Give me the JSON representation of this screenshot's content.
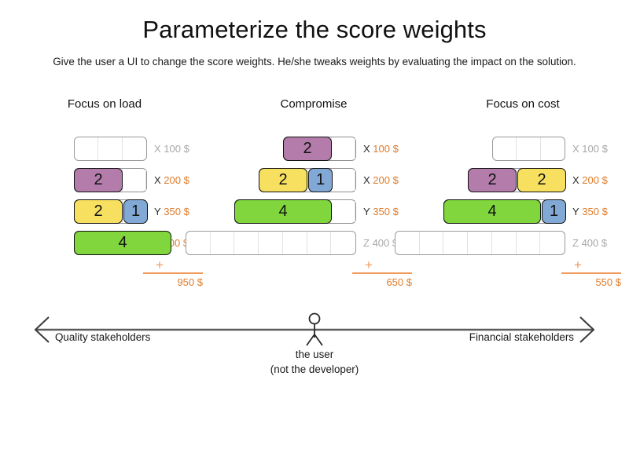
{
  "header": {
    "title": "Parameterize the score weights",
    "subtitle": "Give the user a UI to change the score weights. He/she tweaks weights by evaluating the impact on the solution."
  },
  "colors": {
    "purple": "#b37cab",
    "yellow": "#f7e05f",
    "blue": "#82a9d6",
    "green": "#80d63c",
    "accent_orange": "#e07b2a",
    "accent_orange_light": "#ef9a5c",
    "muted_gray": "#a8a8a8",
    "track_border": "#9a9a9a"
  },
  "plus_symbol": "+",
  "scenarios": [
    {
      "title": "Focus on load",
      "rows": [
        {
          "key": "X",
          "cost": "100 $",
          "active": false,
          "cells": 3,
          "segments": []
        },
        {
          "key": "X",
          "cost": "200 $",
          "active": true,
          "cells": 3,
          "segments": [
            {
              "value": "2",
              "units": 2,
              "color": "purple"
            }
          ]
        },
        {
          "key": "Y",
          "cost": "350 $",
          "active": true,
          "cells": 3,
          "segments": [
            {
              "value": "2",
              "units": 2,
              "color": "yellow"
            },
            {
              "value": "1",
              "units": 1,
              "color": "blue"
            }
          ]
        },
        {
          "key": "Z",
          "cost": "400 $",
          "active": true,
          "cells": 3,
          "segments": [
            {
              "value": "4",
              "units": 4,
              "color": "green"
            }
          ]
        }
      ],
      "total": "950 $"
    },
    {
      "title": "Compromise",
      "rows": [
        {
          "key": "X",
          "cost": "100 $",
          "active": true,
          "cells": 3,
          "segments": [
            {
              "value": "2",
              "units": 2,
              "color": "purple"
            }
          ]
        },
        {
          "key": "X",
          "cost": "200 $",
          "active": true,
          "cells": 4,
          "segments": [
            {
              "value": "2",
              "units": 2,
              "color": "yellow"
            },
            {
              "value": "1",
              "units": 1,
              "color": "blue"
            }
          ]
        },
        {
          "key": "Y",
          "cost": "350 $",
          "active": true,
          "cells": 5,
          "segments": [
            {
              "value": "4",
              "units": 4,
              "color": "green"
            }
          ]
        },
        {
          "key": "Z",
          "cost": "400 $",
          "active": false,
          "cells": 7,
          "segments": []
        }
      ],
      "total": "650 $"
    },
    {
      "title": "Focus on cost",
      "rows": [
        {
          "key": "X",
          "cost": "100 $",
          "active": false,
          "cells": 3,
          "segments": []
        },
        {
          "key": "X",
          "cost": "200 $",
          "active": true,
          "cells": 4,
          "segments": [
            {
              "value": "2",
              "units": 2,
              "color": "purple"
            },
            {
              "value": "2",
              "units": 2,
              "color": "yellow"
            }
          ]
        },
        {
          "key": "Y",
          "cost": "350 $",
          "active": true,
          "cells": 5,
          "segments": [
            {
              "value": "4",
              "units": 4,
              "color": "green"
            },
            {
              "value": "1",
              "units": 1,
              "color": "blue"
            }
          ]
        },
        {
          "key": "Z",
          "cost": "400 $",
          "active": false,
          "cells": 7,
          "segments": []
        }
      ],
      "total": "550 $"
    }
  ],
  "spectrum": {
    "left_label": "Quality stakeholders",
    "right_label": "Financial stakeholders",
    "user_caption_line1": "the user",
    "user_caption_line2": "(not the developer)"
  }
}
